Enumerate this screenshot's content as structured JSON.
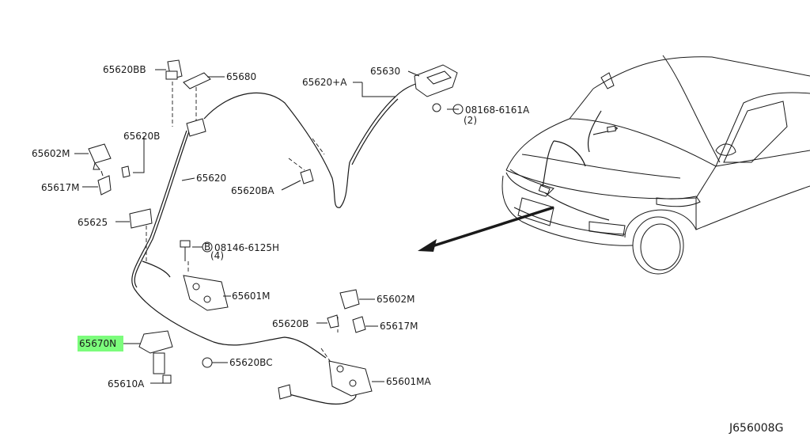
{
  "diagram": {
    "reference_code": "J656008G",
    "highlight_color": "#7CFC7C",
    "labels": {
      "l_65620bb": "65620BB",
      "l_65680": "65680",
      "l_65630": "65630",
      "l_65620a": "65620+A",
      "l_08168": "08168-6161A",
      "l_qty2": "(2)",
      "l_65620b_top": "65620B",
      "l_65602m_left": "65602M",
      "l_65617m_left": "65617M",
      "l_65620": "65620",
      "l_65620ba": "65620BA",
      "l_65625": "65625",
      "l_b_symbol": "B",
      "l_08146": "08146-6125H",
      "l_qty4": "(4)",
      "l_65601m": "65601M",
      "l_65602m_right": "65602M",
      "l_65620b_mid": "65620B",
      "l_65617m_right": "65617M",
      "l_65670n": "65670N",
      "l_65620bc": "65620BC",
      "l_65610a": "65610A",
      "l_65601ma": "65601MA"
    }
  }
}
